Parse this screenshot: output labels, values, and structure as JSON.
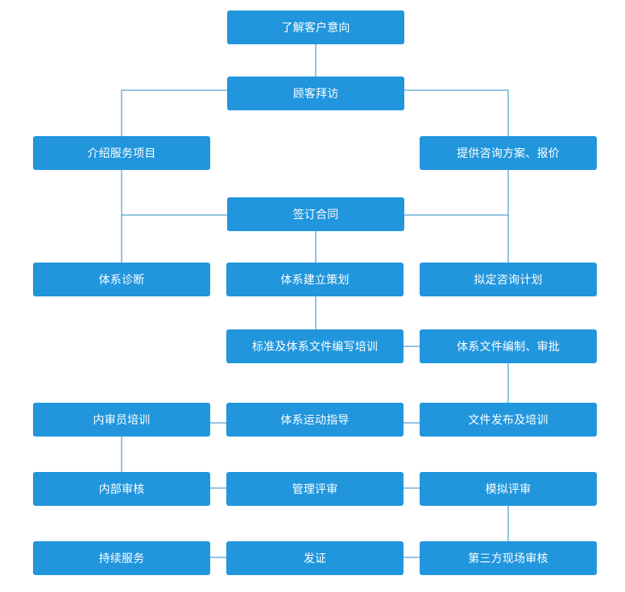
{
  "nodes": {
    "understand": "了解客户意向",
    "visit": "顾客拜访",
    "introduce": "介绍服务项目",
    "proposal": "提供咨询方案、报价",
    "sign": "签订合同",
    "diagnosis": "体系诊断",
    "planning": "体系建立策划",
    "consult_plan": "拟定咨询计划",
    "training_docs": "标准及体系文件编写培训",
    "docs_approval": "体系文件编制、审批",
    "auditor_training": "内审员培训",
    "operation_guidance": "体系运动指导",
    "release_training": "文件发布及培训",
    "internal_audit": "内部审核",
    "mgmt_review": "管理评审",
    "mock_review": "模拟评审",
    "ongoing_service": "持续服务",
    "certification": "发证",
    "third_party_audit": "第三方现场审核"
  },
  "colors": {
    "node": "#2196dd",
    "line": "#2a8bc7"
  }
}
